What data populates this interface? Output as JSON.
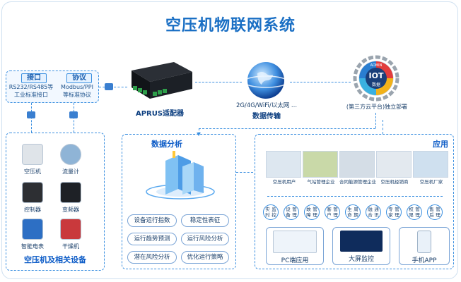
{
  "title": "空压机物联网系统",
  "interface": {
    "port_title": "接口",
    "port_line1": "RS232/RS485等",
    "port_line2": "工业标准接口",
    "protocol_title": "协议",
    "protocol_line1": "Modbus/PPI",
    "protocol_line2": "等标准协议"
  },
  "gateway": {
    "label": "APRUS适配器"
  },
  "transmission": {
    "networks": "2G/4G/WiFi/以太网 ...",
    "label": "数据传输"
  },
  "platform": {
    "center": "IOT",
    "sub": "数据",
    "top": "ADMIN",
    "caption": "(第三方云平台)独立部署"
  },
  "devices": {
    "title": "空压机及相关设备",
    "items": [
      "空压机",
      "流量计",
      "控制器",
      "变频器",
      "智能电表",
      "干燥机"
    ]
  },
  "analysis": {
    "title": "数据分析",
    "items": [
      "设备运行指数",
      "稳定性表征",
      "运行趋势预测",
      "运行风险分析",
      "潜在风险分析",
      "优化运行策略"
    ]
  },
  "application": {
    "title": "应用",
    "users": [
      "空压机用户",
      "气站管理企业",
      "合同能源管理企业",
      "空压机经销商",
      "空压机厂家"
    ],
    "functions": [
      [
        "实时",
        "监控"
      ],
      [
        "设备",
        "管理"
      ],
      [
        "故障",
        "管理"
      ],
      [
        "客户",
        "管理"
      ],
      [
        "生命",
        "周期"
      ],
      [
        "融合",
        "通讯"
      ],
      [
        "专家",
        "管理"
      ],
      [
        "权限",
        "管理"
      ],
      [
        "售后",
        "管理"
      ]
    ],
    "endpoints": [
      "PC端应用",
      "大屏监控",
      "手机APP"
    ]
  },
  "colors": {
    "primary": "#1a6fc4",
    "dash": "#3a8fe0",
    "title": "#0d5cc7"
  }
}
